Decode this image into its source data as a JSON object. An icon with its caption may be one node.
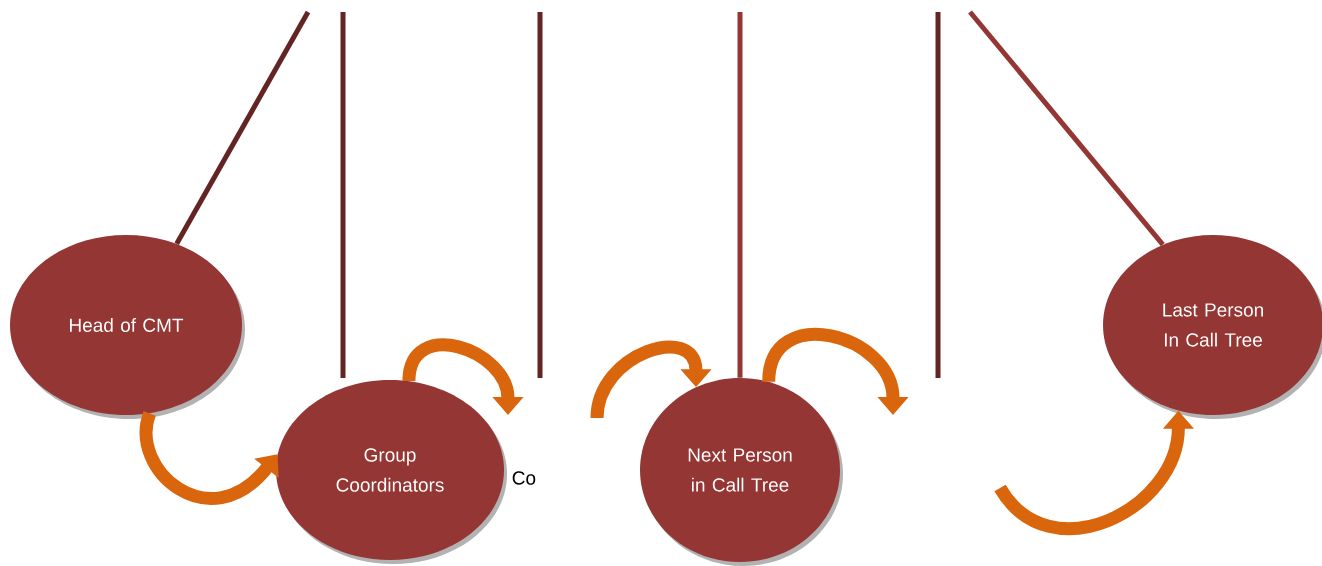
{
  "diagram": {
    "nodes": [
      {
        "text": [
          "Head of CMT"
        ]
      },
      {
        "text": [
          "Group Coordinators"
        ],
        "beside": [
          "Co"
        ]
      },
      {
        "text": [
          "Next Person in Call Tree"
        ]
      },
      {
        "text": [
          "Last Person In Call Tree"
        ]
      }
    ],
    "edges": [
      {
        "from": 0,
        "to": 1,
        "arrow": "to"
      },
      {
        "from": 1,
        "to": null,
        "arrow": "to"
      },
      {
        "from": null,
        "to": 2,
        "arrow": "to"
      },
      {
        "from": 2,
        "to": null,
        "arrow": "to"
      },
      {
        "from": null,
        "to": 3,
        "arrow": "to"
      },
      {
        "from": null,
        "to": 0,
        "arrow": "none",
        "color": "#632523"
      },
      {
        "from": null,
        "to": 2,
        "arrow": "none",
        "color": "#943634"
      },
      {
        "from": null,
        "to": 3,
        "arrow": "none",
        "color": "#943634"
      }
    ]
  }
}
